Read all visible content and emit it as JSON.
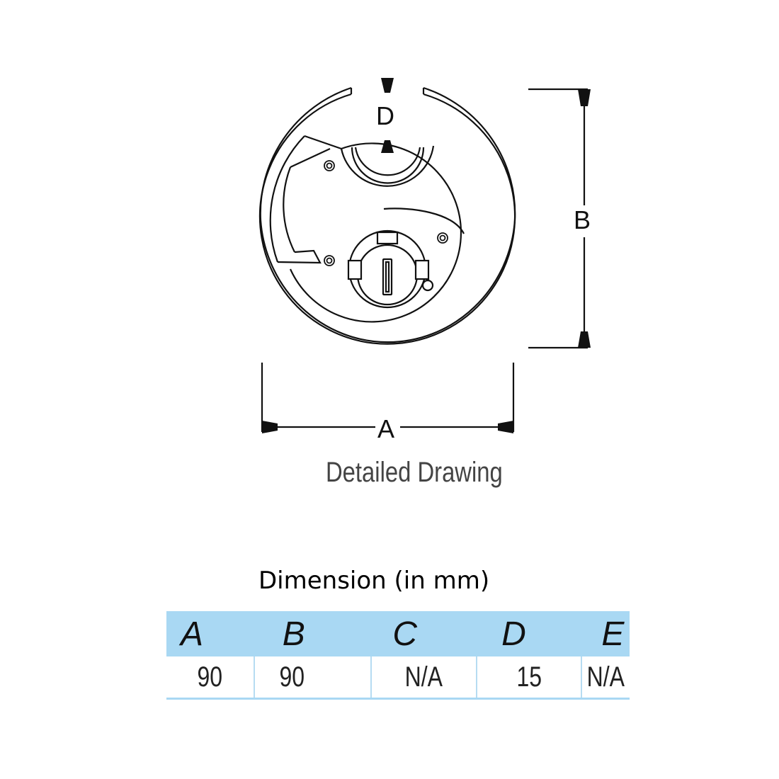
{
  "drawing": {
    "labels": {
      "a": "A",
      "b": "B",
      "d": "D"
    },
    "caption": "Detailed Drawing"
  },
  "dimensions": {
    "title": "Dimension (in mm)",
    "headers": [
      "A",
      "B",
      "C",
      "D",
      "E"
    ],
    "values": [
      "90",
      "90",
      "N/A",
      "15",
      "N/A"
    ],
    "header_color": "#a9d8f3"
  }
}
